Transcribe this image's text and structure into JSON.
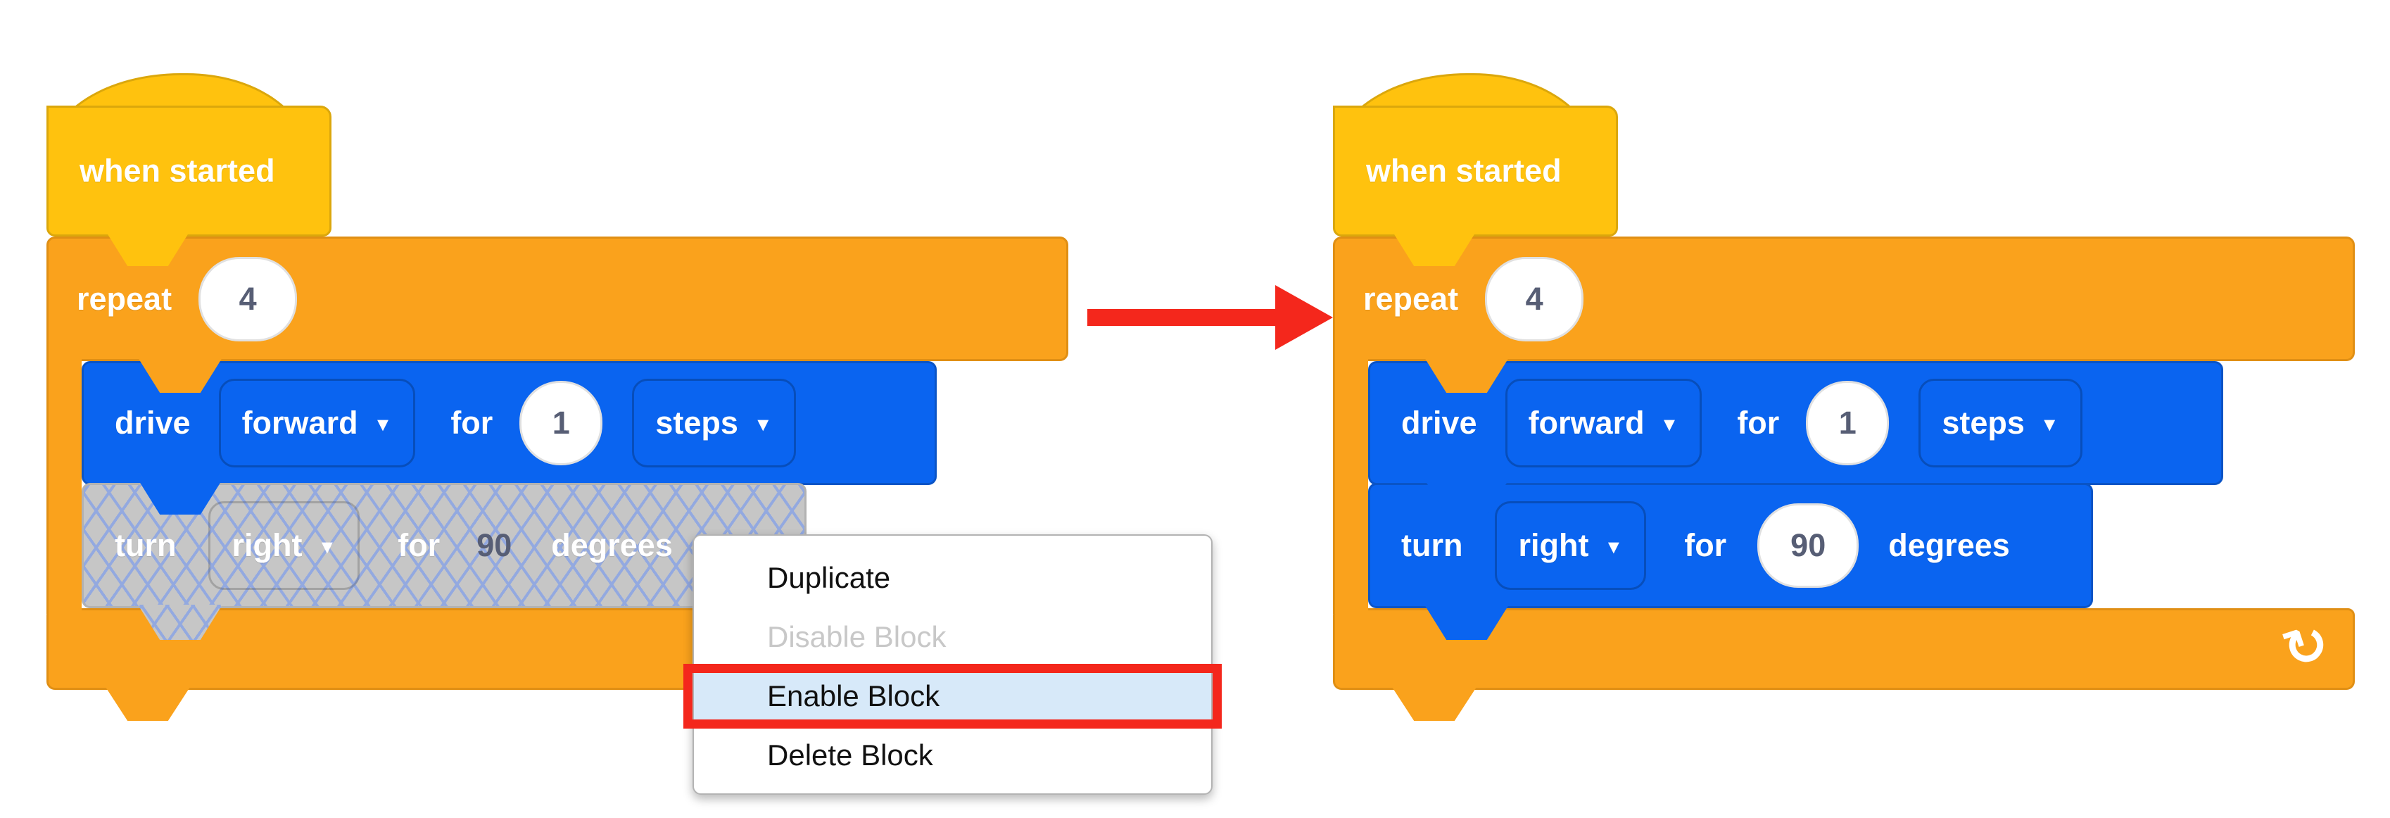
{
  "colors": {
    "canvas": "#FFFFFF",
    "hat": "#FFC20E",
    "hat-border": "#DBA70C",
    "control": "#FAA21C",
    "control-border": "#E08F14",
    "motion": "#0A64F0",
    "motion-border": "#0A54C6",
    "disabled": "#C6C6C6",
    "disabled-border": "#B2B2B2",
    "hatch": "#93A9E0",
    "number": "#575E75",
    "highlight": "#D7E9F9",
    "red": "#F4271C",
    "menu-text": "#111111",
    "menu-disabled": "#C8C8C8"
  },
  "icons": {
    "dropdown_caret": "▼",
    "loop_arrow": "↻"
  },
  "left_stack": {
    "hat_label": "when started",
    "repeat_label": "repeat",
    "repeat_count": "4",
    "drive": {
      "verb": "drive",
      "direction": "forward",
      "for_label": "for",
      "distance": "1",
      "unit": "steps"
    },
    "turn": {
      "verb": "turn",
      "direction": "right",
      "for_label": "for",
      "angle": "90",
      "unit": "degrees"
    }
  },
  "right_stack": {
    "hat_label": "when started",
    "repeat_label": "repeat",
    "repeat_count": "4",
    "drive": {
      "verb": "drive",
      "direction": "forward",
      "for_label": "for",
      "distance": "1",
      "unit": "steps"
    },
    "turn": {
      "verb": "turn",
      "direction": "right",
      "for_label": "for",
      "angle": "90",
      "unit": "degrees"
    }
  },
  "context_menu": {
    "items": [
      {
        "label": "Duplicate",
        "state": "enabled"
      },
      {
        "label": "Disable Block",
        "state": "disabled"
      },
      {
        "label": "Enable Block",
        "state": "highlighted"
      },
      {
        "label": "Delete Block",
        "state": "enabled"
      }
    ]
  }
}
